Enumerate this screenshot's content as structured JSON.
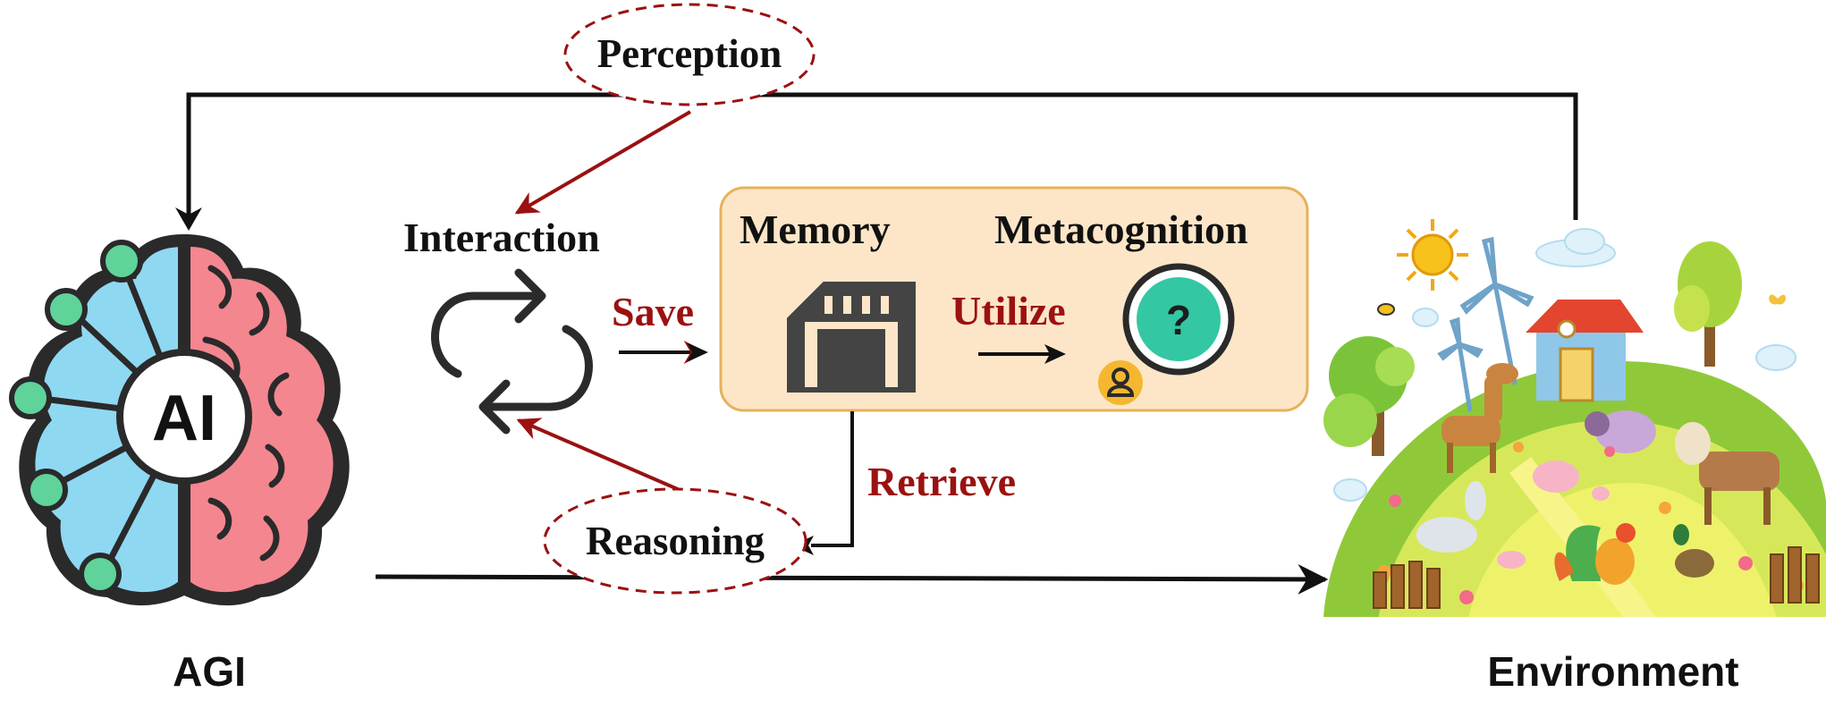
{
  "labels": {
    "perception": "Perception",
    "interaction": "Interaction",
    "save": "Save",
    "memory": "Memory",
    "metacognition": "Metacognition",
    "utilize": "Utilize",
    "retrieve": "Retrieve",
    "reasoning": "Reasoning",
    "agi": "AGI",
    "environment": "Environment",
    "ai_badge": "AI",
    "question_mark": "?"
  },
  "colors": {
    "dark_red": "#9b1111",
    "black": "#111111",
    "memory_box_fill": "#fde6c8",
    "memory_box_stroke": "#e6b25a",
    "brain_left": "#8fd8f2",
    "brain_right": "#f4868f",
    "node_green": "#5fd39a",
    "speech_teal": "#33c7a3",
    "user_badge": "#f5b731"
  },
  "icons": {
    "brain": "ai-brain-icon",
    "cycle": "cycle-arrows-icon",
    "memory": "sd-card-icon",
    "metacognition": "question-bubble-icon",
    "environment": "farm-world-illustration"
  }
}
